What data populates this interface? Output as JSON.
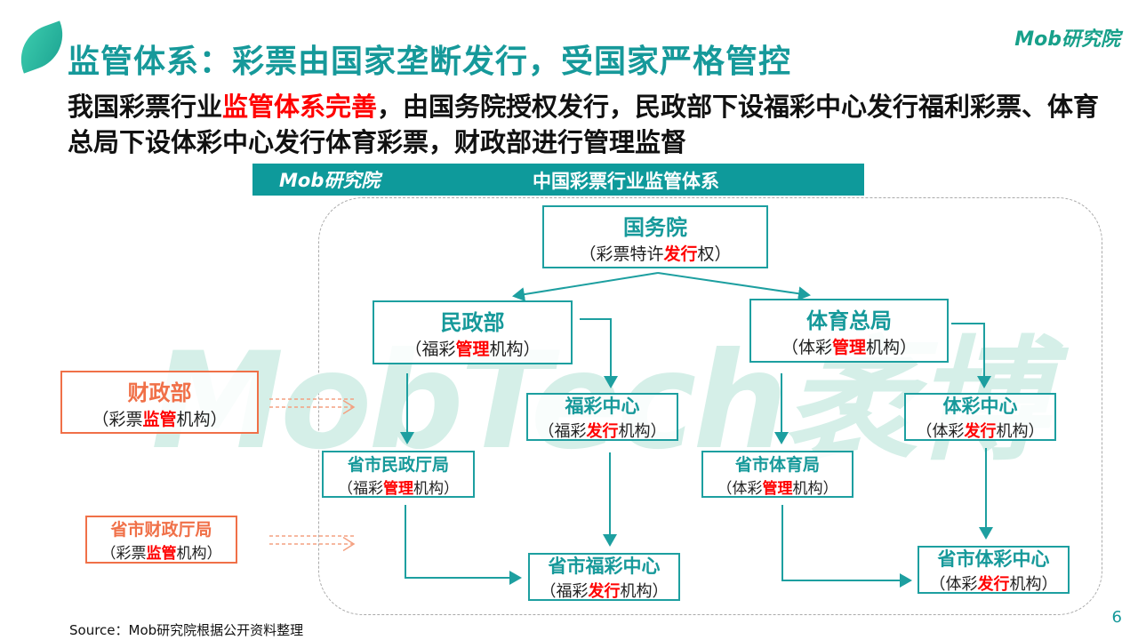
{
  "header": {
    "title": "监管体系：彩票由国家垄断发行，受国家严格管控",
    "logo": "Mob研究院"
  },
  "summary": {
    "pre": "我国彩票行业",
    "highlight": "监管体系完善",
    "post": "，由国务院授权发行，民政部下设福彩中心发行福利彩票、体育总局下设体彩中心发行体育彩票，财政部进行管理监督"
  },
  "banner": {
    "logo": "Mob研究院",
    "title": "中国彩票行业监管体系"
  },
  "watermark": "MobTech袤博",
  "boxes": {
    "guowuyuan": {
      "title": "国务院",
      "pre": "（彩票特许",
      "red": "发行",
      "post": "权）"
    },
    "minzhengbu": {
      "title": "民政部",
      "pre": "（福彩",
      "red": "管理",
      "post": "机构）"
    },
    "tiyuzongju": {
      "title": "体育总局",
      "pre": "（体彩",
      "red": "管理",
      "post": "机构）"
    },
    "fucaizhongxin": {
      "title": "福彩中心",
      "pre": "（福彩",
      "red": "发行",
      "post": "机构）"
    },
    "ticaizhongxin": {
      "title": "体彩中心",
      "pre": "（体彩",
      "red": "发行",
      "post": "机构）"
    },
    "shengshiminzheng": {
      "title": "省市民政厅局",
      "pre": "（福彩",
      "red": "管理",
      "post": "机构）"
    },
    "shengshitiyu": {
      "title": "省市体育局",
      "pre": "（体彩",
      "red": "管理",
      "post": "机构）"
    },
    "shengshifucai": {
      "title": "省市福彩中心",
      "pre": "（福彩",
      "red": "发行",
      "post": "机构）"
    },
    "shengshiticai": {
      "title": "省市体彩中心",
      "pre": "（体彩",
      "red": "发行",
      "post": "机构）"
    },
    "caizhengbu": {
      "title": "财政部",
      "pre": "（彩票",
      "red": "监管",
      "post": "机构）"
    },
    "shengshicaizheng": {
      "title": "省市财政厅局",
      "pre": "（彩票",
      "red": "监管",
      "post": "机构）"
    }
  },
  "footer": {
    "source": "Source：Mob研究院根据公开资料整理",
    "page": "6"
  }
}
